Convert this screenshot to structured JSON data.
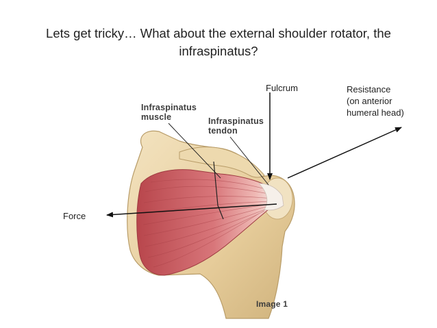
{
  "title": {
    "line1": "Lets get tricky… What about the external shoulder rotator, the",
    "line2": "infraspinatus?"
  },
  "labels": {
    "fulcrum": "Fulcrum",
    "resistance": [
      "Resistance",
      "(on anterior",
      "humeral head)"
    ],
    "force": "Force"
  },
  "figure": {
    "muscle_label": [
      "Infraspinatus",
      "muscle"
    ],
    "tendon_label": [
      "Infraspinatus",
      "tendon"
    ],
    "caption": "Image 1"
  },
  "colors": {
    "muscle": "#c95a5e",
    "bone": "#e8d2a6",
    "arrow": "#111111"
  }
}
